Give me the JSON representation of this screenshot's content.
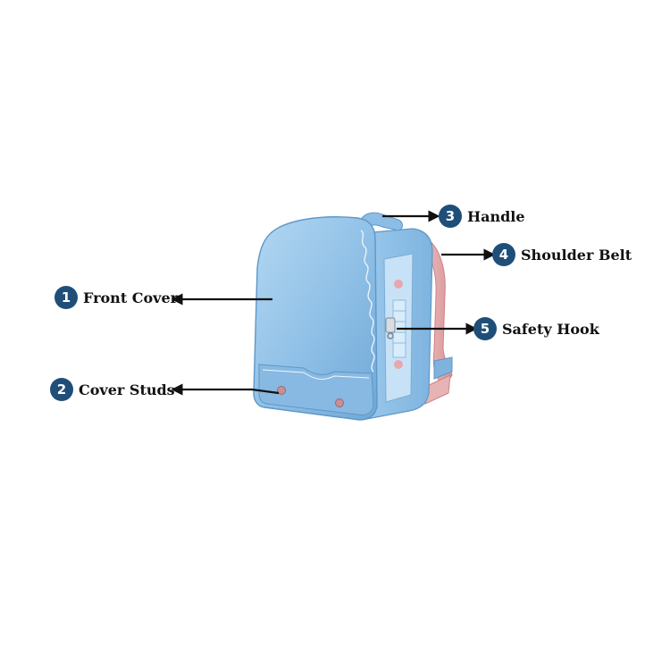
{
  "colors": {
    "badge": "#1f4e79",
    "arrow": "#111111",
    "bag_body": "#8fc0e6",
    "bag_side": "#a9d0ee",
    "bag_edge": "#6aa3d1",
    "shoulder_belt": "#e9aeb0",
    "studs": "#c98f95"
  },
  "callouts": [
    {
      "number": "1",
      "label": "Front Cover"
    },
    {
      "number": "2",
      "label": "Cover Studs"
    },
    {
      "number": "3",
      "label": "Handle"
    },
    {
      "number": "4",
      "label": "Shoulder Belt"
    },
    {
      "number": "5",
      "label": "Safety Hook"
    }
  ]
}
